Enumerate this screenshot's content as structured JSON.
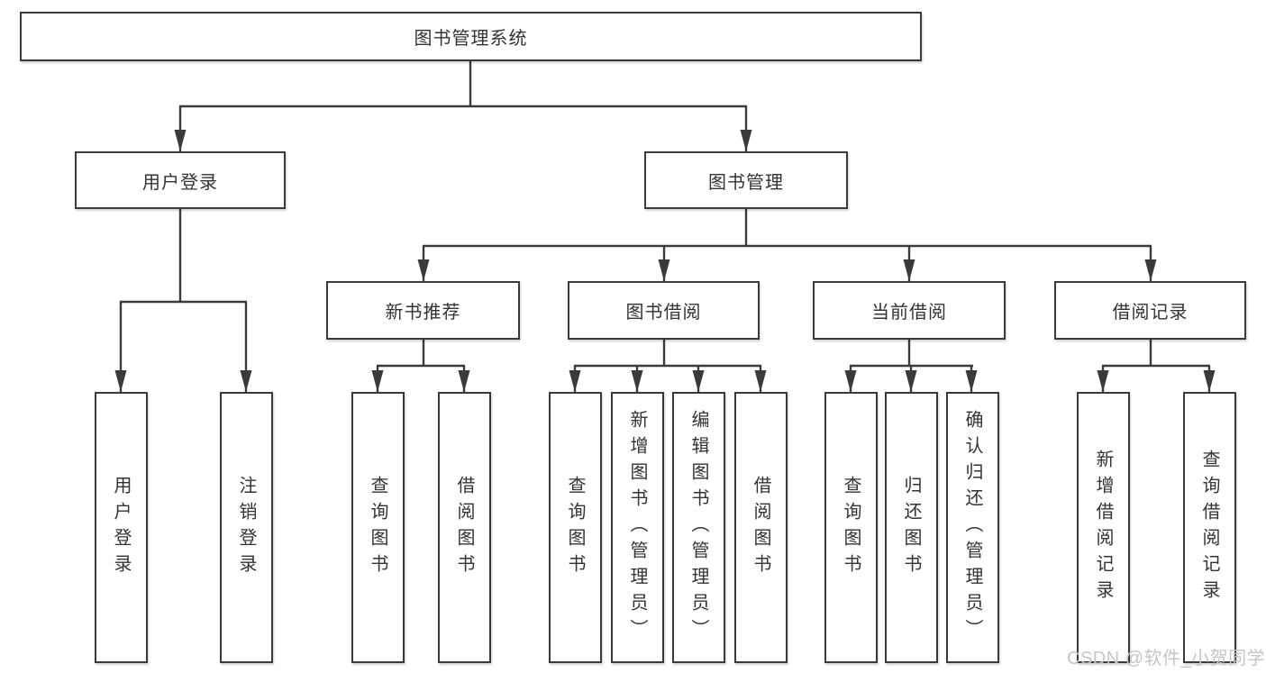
{
  "diagram": {
    "root": "图书管理系统",
    "level2": {
      "user_login": "用户登录",
      "book_management": "图书管理"
    },
    "level3": {
      "new_book_recommend": "新书推荐",
      "book_borrowing": "图书借阅",
      "current_borrowing": "当前借阅",
      "borrowing_records": "借阅记录"
    },
    "leaves": {
      "user_login": [
        "用户登录",
        "注销登录"
      ],
      "new_book_recommend": [
        "查询图书",
        "借阅图书"
      ],
      "book_borrowing": [
        "查询图书",
        "新增图书（管理员）",
        "编辑图书（管理员）",
        "借阅图书"
      ],
      "current_borrowing": [
        "查询图书",
        "归还图书",
        "确认归还（管理员）"
      ],
      "borrowing_records": [
        "新增借阅记录",
        "查询借阅记录"
      ]
    }
  },
  "watermark": "CSDN @软件_小贺同学",
  "colors": {
    "line": "#3a3a3a",
    "text": "#333333",
    "watermark": "#c5c5c5",
    "background": "#ffffff"
  }
}
